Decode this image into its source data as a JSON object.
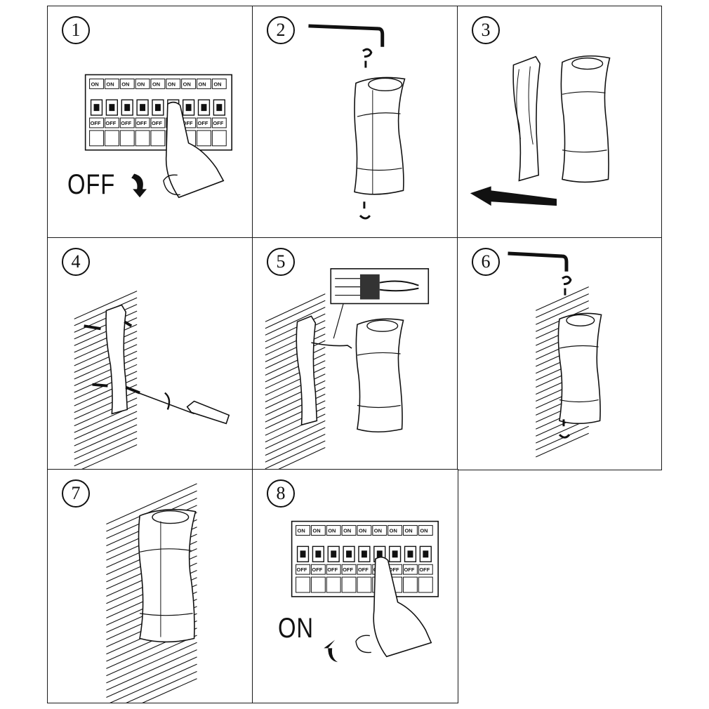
{
  "steps": [
    {
      "number": "1",
      "label": "OFF"
    },
    {
      "number": "2"
    },
    {
      "number": "3"
    },
    {
      "number": "4"
    },
    {
      "number": "5"
    },
    {
      "number": "6"
    },
    {
      "number": "7"
    },
    {
      "number": "8",
      "label": "ON"
    }
  ],
  "breaker": {
    "on_label": "ON",
    "off_label": "OFF"
  },
  "icons": [
    "breaker-panel",
    "finger",
    "arrow-down",
    "arrow-up",
    "hex-key",
    "screw",
    "mounting-plate",
    "wall-lamp",
    "screwdriver",
    "terminal-block",
    "left-arrow",
    "wall-hatching"
  ]
}
